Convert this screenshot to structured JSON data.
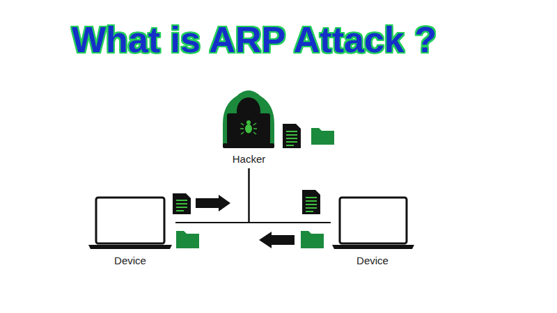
{
  "diagram": {
    "title": "What is ARP Attack ?",
    "nodes": [
      {
        "text": [
          "Hacker"
        ]
      },
      {
        "text": [
          "Device"
        ]
      },
      {
        "text": [
          "Device"
        ]
      }
    ],
    "edges": [
      {
        "from": 1,
        "to": 2,
        "arrow": "none"
      },
      {
        "from": 1,
        "to": 0,
        "arrow": "none"
      },
      {
        "from": 2,
        "to": 0,
        "arrow": "none"
      }
    ]
  }
}
